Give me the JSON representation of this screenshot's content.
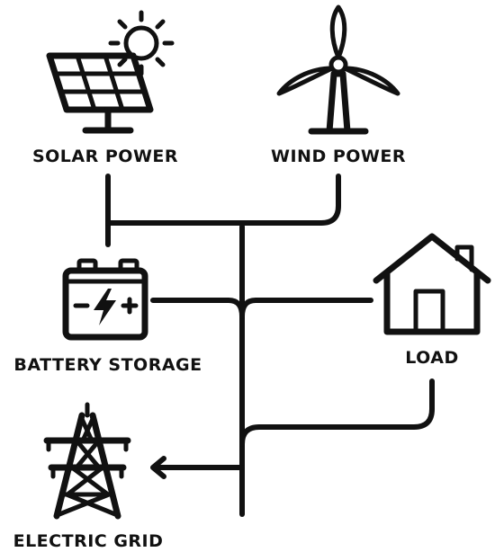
{
  "labels": {
    "solar": "SOLAR POWER",
    "wind": "WIND POWER",
    "battery": "BATTERY STORAGE",
    "load": "LOAD",
    "grid": "ELECTRIC GRID"
  },
  "colors": {
    "ink": "#111111",
    "background": "#ffffff"
  },
  "icons": {
    "solar": "solar-panel-icon",
    "sun": "sun-icon",
    "wind": "wind-turbine-icon",
    "battery": "battery-icon",
    "load": "house-icon",
    "grid": "transmission-tower-icon",
    "arrow": "arrow-left-icon"
  }
}
